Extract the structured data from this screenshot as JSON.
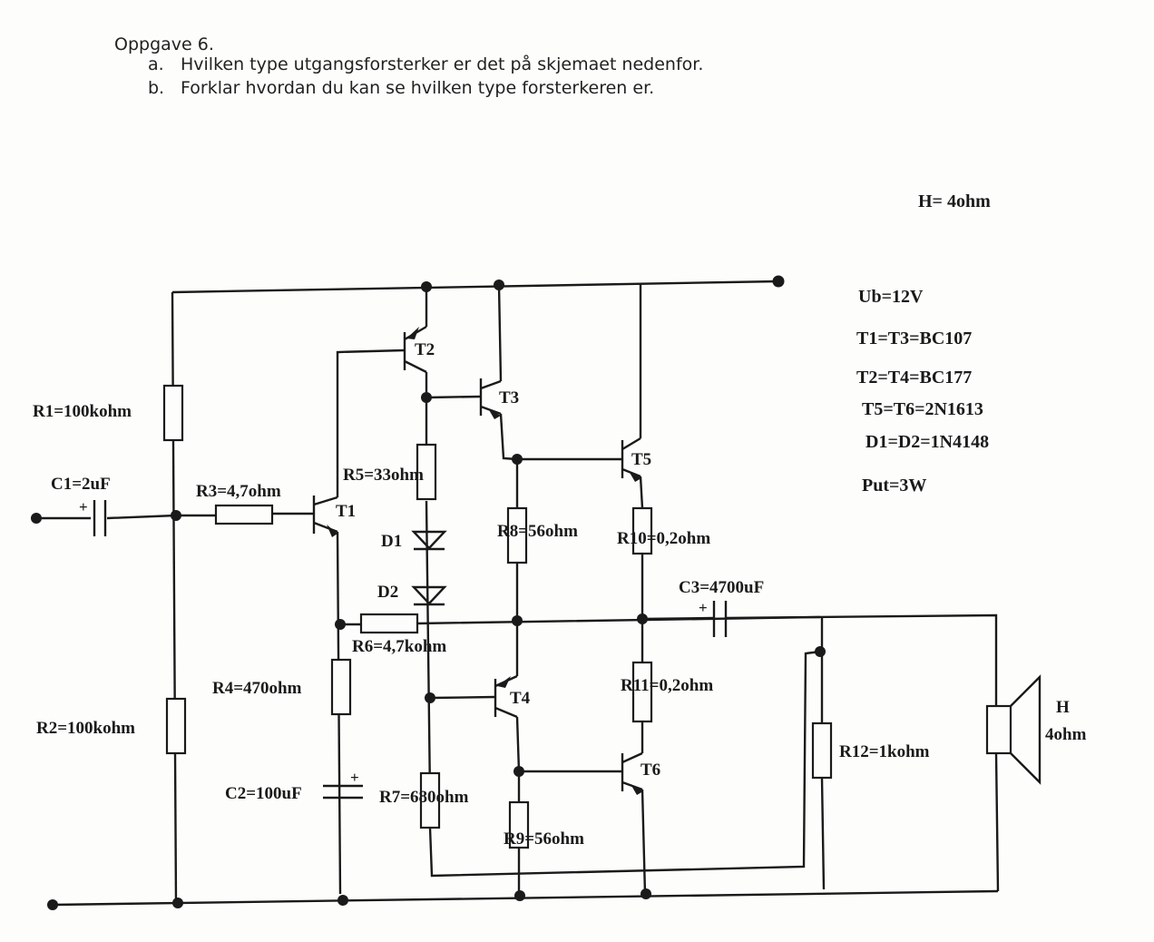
{
  "task": {
    "title": "Oppgave 6.",
    "a_mark": "a.",
    "a_text": "Hvilken type utgangsforsterker er det på skjemaet nedenfor.",
    "b_mark": "b.",
    "b_text": "Forklar hvordan du kan se hvilken type forsterkeren er."
  },
  "specs": {
    "load": "H= 4ohm",
    "supply": "Ub=12V",
    "t1t3": "T1=T3=BC107",
    "t2t4": "T2=T4=BC177",
    "t5t6": "T5=T6=2N1613",
    "diodes": "D1=D2=1N4148",
    "power": "Put=3W"
  },
  "labels": {
    "r1": "R1=100kohm",
    "r2": "R2=100kohm",
    "c1": "C1=2uF",
    "r3": "R3=4,7ohm",
    "r4": "R4=470ohm",
    "c2": "C2=100uF",
    "r5": "R5=33ohm",
    "r6": "R6=4,7kohm",
    "r7": "R7=680ohm",
    "r8": "R8=56ohm",
    "r9": "R9=56ohm",
    "r10": "R10=0,2ohm",
    "r11": "R11=0,2ohm",
    "r12": "R12=1kohm",
    "c3": "C3=4700uF",
    "t1": "T1",
    "t2": "T2",
    "t3": "T3",
    "t4": "T4",
    "t5": "T5",
    "t6": "T6",
    "d1": "D1",
    "d2": "D2",
    "speaker_h": "H",
    "speaker_ohm": "4ohm",
    "plus": "+"
  }
}
